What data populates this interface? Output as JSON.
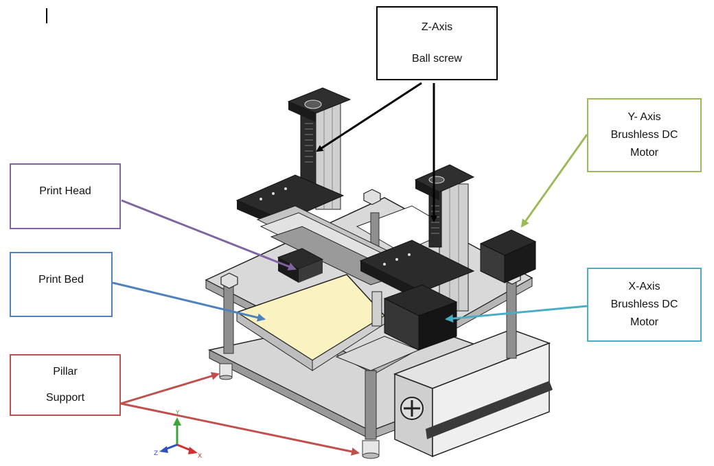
{
  "callouts": {
    "z_axis": {
      "line1": "Z-Axis",
      "line2": "Ball screw",
      "color": "#000000"
    },
    "y_axis": {
      "line1": "Y- Axis",
      "line2": "Brushless DC",
      "line3": "Motor",
      "color": "#9bbb59"
    },
    "x_axis": {
      "line1": "X-Axis",
      "line2": "Brushless DC",
      "line3": "Motor",
      "color": "#4bacc6"
    },
    "print_head": {
      "label": "Print Head",
      "color": "#8064a2"
    },
    "print_bed": {
      "label": "Print Bed",
      "color": "#4f81bd"
    },
    "pillar": {
      "line1": "Pillar",
      "line2": "Support",
      "color": "#c0504d"
    }
  },
  "triad": {
    "y": "Y",
    "z": "Z",
    "x": "X"
  },
  "colors": {
    "bed": "#fbf2c2",
    "plate": "#d9d9d9",
    "dark": "#1a1a1a",
    "rail": "#c8c8c8"
  }
}
